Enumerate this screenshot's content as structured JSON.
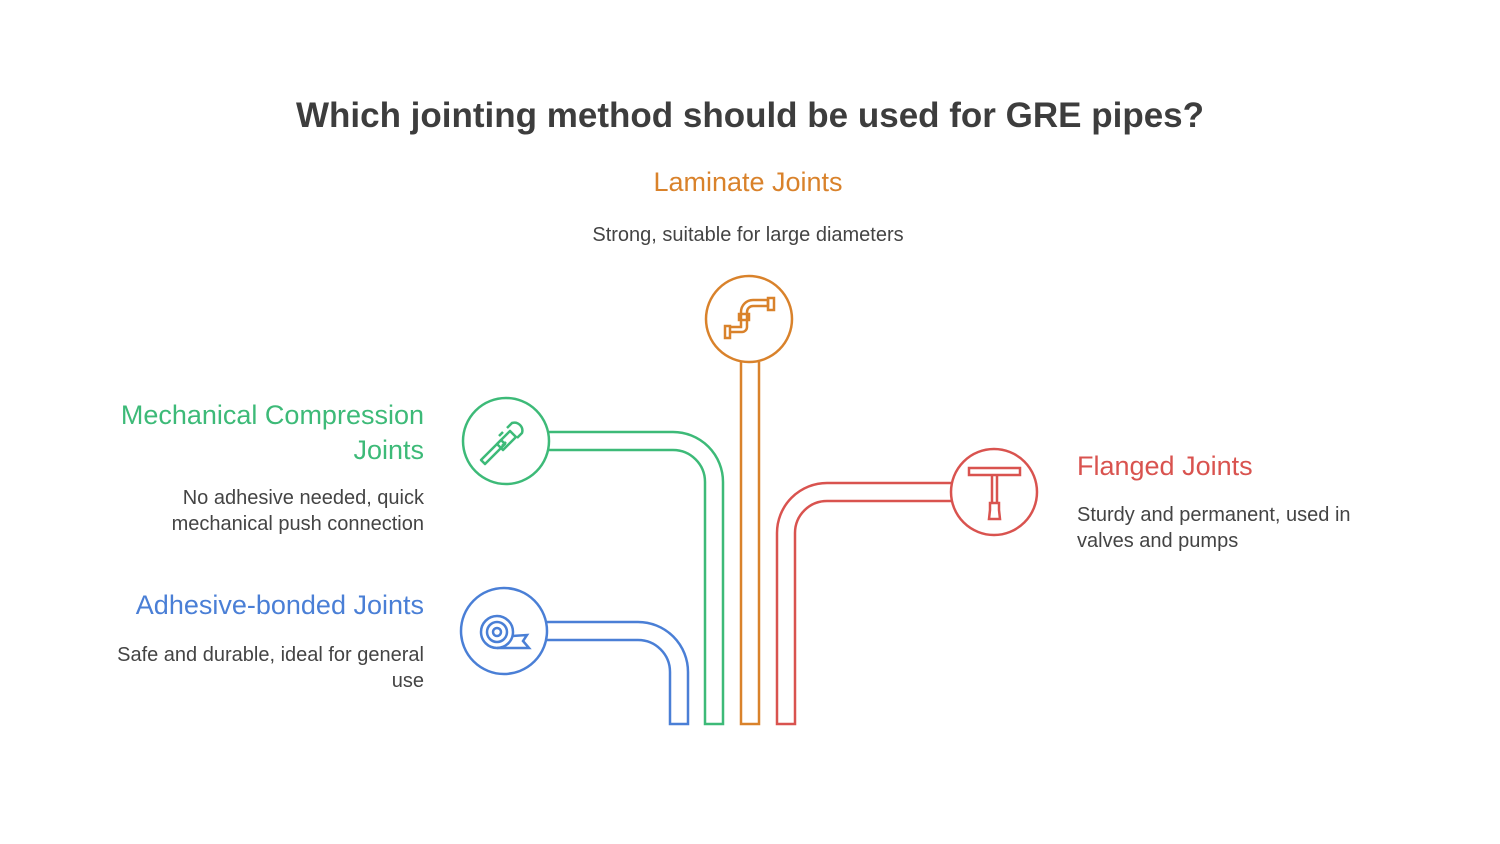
{
  "title": "Which jointing method should be used for GRE pipes?",
  "colors": {
    "laminate": "#d9822b",
    "mechanical": "#3dba78",
    "adhesive": "#4a7fd6",
    "flanged": "#d9534f"
  },
  "items": [
    {
      "heading": "Laminate Joints",
      "description": "Strong, suitable for large diameters",
      "icon": "pipe-elbow-icon"
    },
    {
      "heading": "Mechanical Compression Joints",
      "description": "No adhesive needed, quick mechanical push connection",
      "icon": "pipe-wrench-icon"
    },
    {
      "heading": "Adhesive-bonded Joints",
      "description": "Safe and durable, ideal for general use",
      "icon": "tape-roll-icon"
    },
    {
      "heading": "Flanged Joints",
      "description": "Sturdy and permanent, used in valves and pumps",
      "icon": "t-handle-wrench-icon"
    }
  ]
}
